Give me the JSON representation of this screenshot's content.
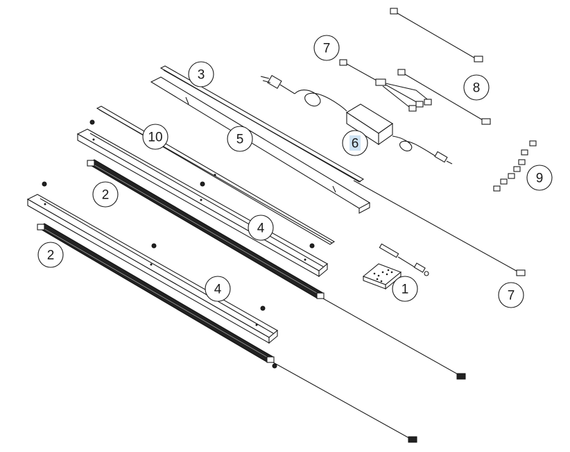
{
  "callouts": {
    "c1": "1",
    "c2a": "2",
    "c2b": "2",
    "c3": "3",
    "c4a": "4",
    "c4b": "4",
    "c5": "5",
    "c6": "6",
    "c7a": "7",
    "c7b": "7",
    "c8": "8",
    "c9": "9",
    "c10": "10"
  },
  "colors": {
    "line": "#1a1a1a",
    "highlight": "#cfe3f3"
  }
}
